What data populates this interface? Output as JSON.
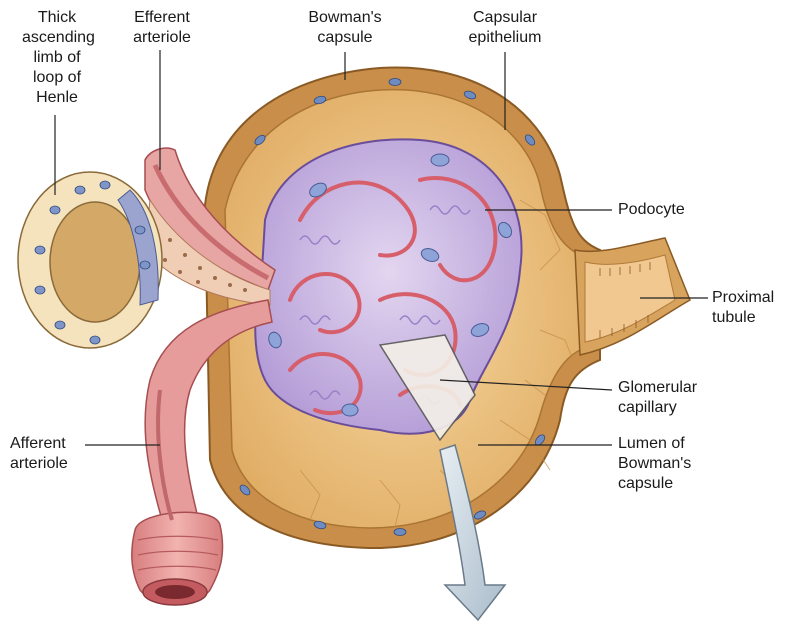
{
  "labels": {
    "thick_ascending_limb": [
      "Thick",
      "ascending",
      "limb of",
      "loop of",
      "Henle"
    ],
    "efferent_arteriole": [
      "Efferent",
      "arteriole"
    ],
    "bowmans_capsule": [
      "Bowman's",
      "capsule"
    ],
    "capsular_epithelium": [
      "Capsular",
      "epithelium"
    ],
    "podocyte": [
      "Podocyte"
    ],
    "proximal_tubule": [
      "Proximal",
      "tubule"
    ],
    "glomerular_capillary": [
      "Glomerular",
      "capillary"
    ],
    "afferent_arteriole": [
      "Afferent",
      "arteriole"
    ],
    "lumen_of_bowmans_capsule": [
      "Lumen of",
      "Bowman's",
      "capsule"
    ]
  },
  "colors": {
    "capsule_tan": "#d9a463",
    "capsule_dark": "#b77d3a",
    "lumen_light": "#f1c98c",
    "podocyte_lavender": "#c9b3e0",
    "podocyte_dark": "#8e6fb8",
    "capillary_pink": "#e58a8f",
    "arteriole_pink": "#e9a3a3",
    "henle_cream": "#f6e7c4",
    "nucleus_blue": "#7f95c7",
    "arrow_fill": "#cfdbe4"
  }
}
